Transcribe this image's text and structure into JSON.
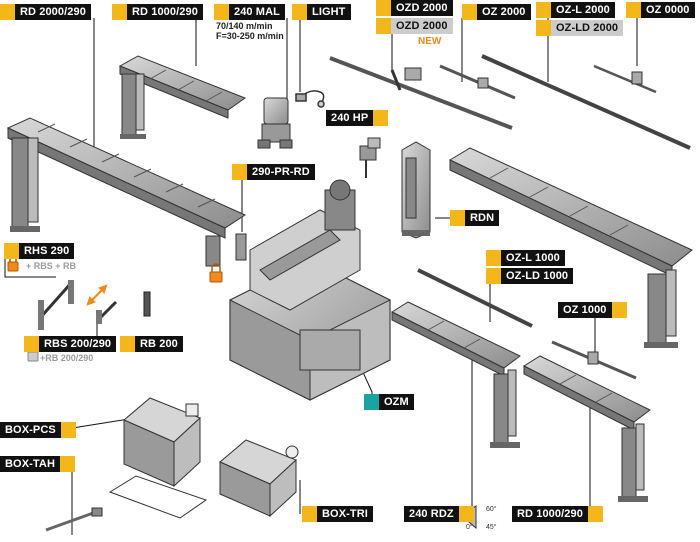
{
  "labels": {
    "rd2000": "RD 2000/290",
    "rd1000": "RD 1000/290",
    "mal240": "240 MAL",
    "light": "LIGHT",
    "ozd2000a": "OZD 2000",
    "ozd2000b": "OZD 2000",
    "new": "NEW",
    "oz2000": "OZ 2000",
    "ozl2000": "OZ-L 2000",
    "ozld2000": "OZ-LD 2000",
    "oz0000": "OZ 0000",
    "hp240": "240 HP",
    "prrd290": "290-PR-RD",
    "rdn": "RDN",
    "rhs290": "RHS 290",
    "rhs_opt": "+ RBS + RB",
    "ozl1000": "OZ-L 1000",
    "ozld1000": "OZ-LD 1000",
    "oz1000": "OZ 1000",
    "rbs200": "RBS 200/290",
    "rbs_opt": "+RB 200/290",
    "rb200": "RB 200",
    "ozm": "OZM",
    "boxpcs": "BOX-PCS",
    "boxtah": "BOX-TAH",
    "boxtri": "BOX-TRI",
    "rdz240": "240 RDZ",
    "rd1000b": "RD 1000/290"
  },
  "speed": {
    "line1": "70/140 m/min",
    "line2": "F=30-250 m/min"
  },
  "angles": {
    "a60": "60°",
    "a0": "0°",
    "a45": "45°"
  },
  "colors": {
    "label_bg": "#111111",
    "accent": "#f3b71c",
    "ozm_accent": "#1aa3a0",
    "new_text": "#f08a1c"
  }
}
